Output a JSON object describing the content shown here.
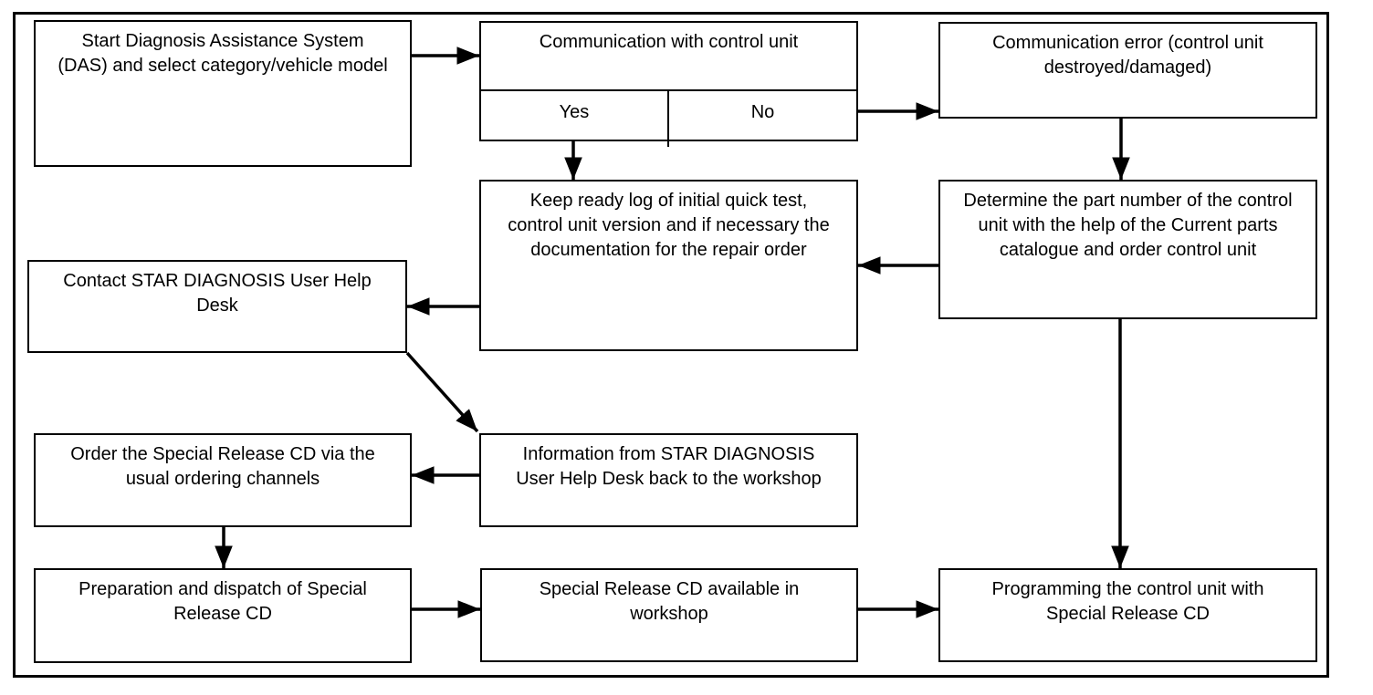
{
  "diagram": {
    "type": "flowchart",
    "colors": {
      "line": "#000000",
      "background": "#ffffff",
      "text": "#000000"
    },
    "nodes": {
      "start_das": {
        "label": "Start Diagnosis Assistance System (DAS) and select category/vehicle model"
      },
      "communication_check": {
        "label": "Communication with control unit",
        "yes_label": "Yes",
        "no_label": "No"
      },
      "communication_error": {
        "label": "Communication error (control unit destroyed/damaged)"
      },
      "keep_ready_log": {
        "label": "Keep ready log of initial quick test, control unit version and if necessary the documentation for the repair order"
      },
      "determine_part_number": {
        "label": "Determine the part number of the control unit with the help of the Current parts catalogue and order control unit"
      },
      "contact_help_desk": {
        "label": "Contact STAR DIAGNOSIS User Help Desk"
      },
      "information_back": {
        "label": "Information from STAR DIAGNOSIS User Help Desk back to the workshop"
      },
      "order_special_cd": {
        "label": "Order the Special Release CD via the usual ordering channels"
      },
      "preparation_dispatch": {
        "label": "Preparation and dispatch of Special Release CD"
      },
      "cd_available": {
        "label": "Special Release CD available in workshop"
      },
      "programming": {
        "label": "Programming the control unit with Special Release CD"
      }
    },
    "edges": [
      {
        "from": "start_das",
        "to": "communication_check"
      },
      {
        "from": "communication_check",
        "branch": "No",
        "to": "communication_error"
      },
      {
        "from": "communication_check",
        "branch": "Yes",
        "to": "keep_ready_log"
      },
      {
        "from": "communication_error",
        "to": "determine_part_number"
      },
      {
        "from": "determine_part_number",
        "to": "keep_ready_log"
      },
      {
        "from": "keep_ready_log",
        "to": "contact_help_desk"
      },
      {
        "from": "contact_help_desk",
        "to": "information_back"
      },
      {
        "from": "information_back",
        "to": "order_special_cd"
      },
      {
        "from": "order_special_cd",
        "to": "preparation_dispatch"
      },
      {
        "from": "preparation_dispatch",
        "to": "cd_available"
      },
      {
        "from": "cd_available",
        "to": "programming"
      },
      {
        "from": "determine_part_number",
        "to": "programming"
      }
    ]
  }
}
